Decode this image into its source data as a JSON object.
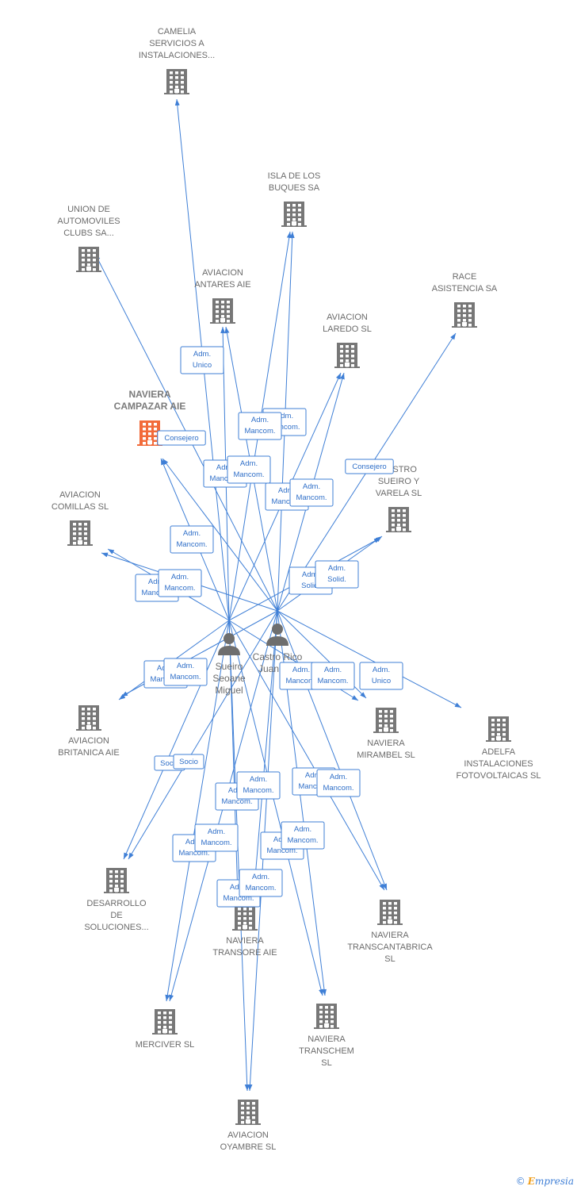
{
  "colors": {
    "edge": "#3f7fd6",
    "building": "#777777",
    "focus_building": "#f26b3a",
    "person": "#6e6e6e"
  },
  "persons": [
    {
      "id": "sueiro",
      "lines": [
        "Sueiro",
        "Seoane",
        "Miguel"
      ]
    },
    {
      "id": "castro",
      "lines": [
        "Castro Rico",
        "Juan C..."
      ]
    }
  ],
  "companies": [
    {
      "id": "camelia",
      "lines": [
        "CAMELIA",
        "SERVICIOS A",
        "INSTALACIONES..."
      ]
    },
    {
      "id": "isla",
      "lines": [
        "ISLA DE LOS",
        "BUQUES SA"
      ]
    },
    {
      "id": "union",
      "lines": [
        "UNION DE",
        "AUTOMOVILES",
        "CLUBS SA..."
      ]
    },
    {
      "id": "antares",
      "lines": [
        "AVIACION",
        "ANTARES AIE"
      ]
    },
    {
      "id": "race",
      "lines": [
        "RACE",
        "ASISTENCIA SA"
      ]
    },
    {
      "id": "laredo",
      "lines": [
        "AVIACION",
        "LAREDO  SL"
      ]
    },
    {
      "id": "campazar",
      "lines": [
        "NAVIERA",
        "CAMPAZAR AIE"
      ],
      "focus": true
    },
    {
      "id": "castro_sueiro",
      "lines": [
        "CASTRO",
        "SUEIRO Y",
        "VARELA  SL"
      ]
    },
    {
      "id": "comillas",
      "lines": [
        "AVIACION",
        "COMILLAS  SL"
      ]
    },
    {
      "id": "britanica",
      "lines": [
        "AVIACION",
        "BRITANICA AIE"
      ]
    },
    {
      "id": "mirambel",
      "lines": [
        "NAVIERA",
        "MIRAMBEL SL"
      ]
    },
    {
      "id": "adelfa",
      "lines": [
        "ADELFA",
        "INSTALACIONES",
        "FOTOVOLTAICAS SL"
      ]
    },
    {
      "id": "desarrollo",
      "lines": [
        "DESARROLLO",
        "DE",
        "SOLUCIONES..."
      ]
    },
    {
      "id": "transcantabrica",
      "lines": [
        "NAVIERA",
        "TRANSCANTABRICA",
        "SL"
      ]
    },
    {
      "id": "transore",
      "lines": [
        "NAVIERA",
        "TRANSORE AIE"
      ]
    },
    {
      "id": "merciver",
      "lines": [
        "MERCIVER SL"
      ]
    },
    {
      "id": "transchem",
      "lines": [
        "NAVIERA",
        "TRANSCHEM",
        "SL"
      ]
    },
    {
      "id": "oyambre",
      "lines": [
        "AVIACION",
        "OYAMBRE  SL"
      ]
    }
  ],
  "edges": [
    {
      "from": "sueiro",
      "to": "camelia",
      "label": [
        "Adm.",
        "Unico"
      ]
    },
    {
      "from": "castro",
      "to": "isla",
      "label": [
        "Adm.",
        "Mancom."
      ]
    },
    {
      "from": "sueiro",
      "to": "isla",
      "label": [
        "Adm.",
        "Mancom."
      ]
    },
    {
      "from": "castro",
      "to": "union",
      "label": []
    },
    {
      "from": "sueiro",
      "to": "antares",
      "label": [
        "Adm.",
        "Mancom."
      ]
    },
    {
      "from": "castro",
      "to": "antares",
      "label": [
        "Adm.",
        "Mancom."
      ]
    },
    {
      "from": "castro",
      "to": "race",
      "label": [
        "Consejero"
      ]
    },
    {
      "from": "sueiro",
      "to": "laredo",
      "label": [
        "Adm.",
        "Mancom."
      ]
    },
    {
      "from": "castro",
      "to": "laredo",
      "label": [
        "Adm.",
        "Mancom."
      ]
    },
    {
      "from": "castro",
      "to": "campazar",
      "label": [
        "Consejero"
      ]
    },
    {
      "from": "sueiro",
      "to": "campazar",
      "label": [
        "Adm.",
        "Mancom."
      ]
    },
    {
      "from": "sueiro",
      "to": "castro_sueiro",
      "label": [
        "Adm.",
        "Solid."
      ]
    },
    {
      "from": "castro",
      "to": "castro_sueiro",
      "label": [
        "Adm.",
        "Solid."
      ]
    },
    {
      "from": "sueiro",
      "to": "comillas",
      "label": [
        "Adm.",
        "Mancom."
      ]
    },
    {
      "from": "castro",
      "to": "comillas",
      "label": [
        "Adm.",
        "Mancom."
      ]
    },
    {
      "from": "sueiro",
      "to": "britanica",
      "label": [
        "Adm.",
        "Mancom."
      ]
    },
    {
      "from": "castro",
      "to": "britanica",
      "label": [
        "Adm.",
        "Mancom."
      ]
    },
    {
      "from": "sueiro",
      "to": "mirambel",
      "label": [
        "Adm.",
        "Mancom."
      ]
    },
    {
      "from": "castro",
      "to": "mirambel",
      "label": [
        "Adm.",
        "Mancom."
      ]
    },
    {
      "from": "castro",
      "to": "adelfa",
      "label": [
        "Adm.",
        "Unico"
      ]
    },
    {
      "from": "sueiro",
      "to": "desarrollo",
      "label": [
        "Socio"
      ]
    },
    {
      "from": "castro",
      "to": "desarrollo",
      "label": [
        "Socio"
      ]
    },
    {
      "from": "sueiro",
      "to": "transcantabrica",
      "label": [
        "Adm.",
        "Mancom."
      ]
    },
    {
      "from": "castro",
      "to": "transcantabrica",
      "label": [
        "Adm.",
        "Mancom."
      ]
    },
    {
      "from": "sueiro",
      "to": "transore",
      "label": [
        "Adm.",
        "Mancom."
      ]
    },
    {
      "from": "castro",
      "to": "transore",
      "label": [
        "Adm.",
        "Mancom."
      ]
    },
    {
      "from": "sueiro",
      "to": "merciver",
      "label": [
        "Adm.",
        "Mancom."
      ]
    },
    {
      "from": "castro",
      "to": "merciver",
      "label": [
        "Adm.",
        "Mancom."
      ]
    },
    {
      "from": "sueiro",
      "to": "transchem",
      "label": [
        "Adm.",
        "Mancom."
      ]
    },
    {
      "from": "castro",
      "to": "transchem",
      "label": [
        "Adm.",
        "Mancom."
      ]
    },
    {
      "from": "sueiro",
      "to": "oyambre",
      "label": [
        "Adm.",
        "Mancom."
      ]
    },
    {
      "from": "castro",
      "to": "oyambre",
      "label": [
        "Adm.",
        "Mancom."
      ]
    }
  ],
  "footer": {
    "copyright": "©",
    "brand_initial": "E",
    "brand_rest": "mpresia"
  }
}
